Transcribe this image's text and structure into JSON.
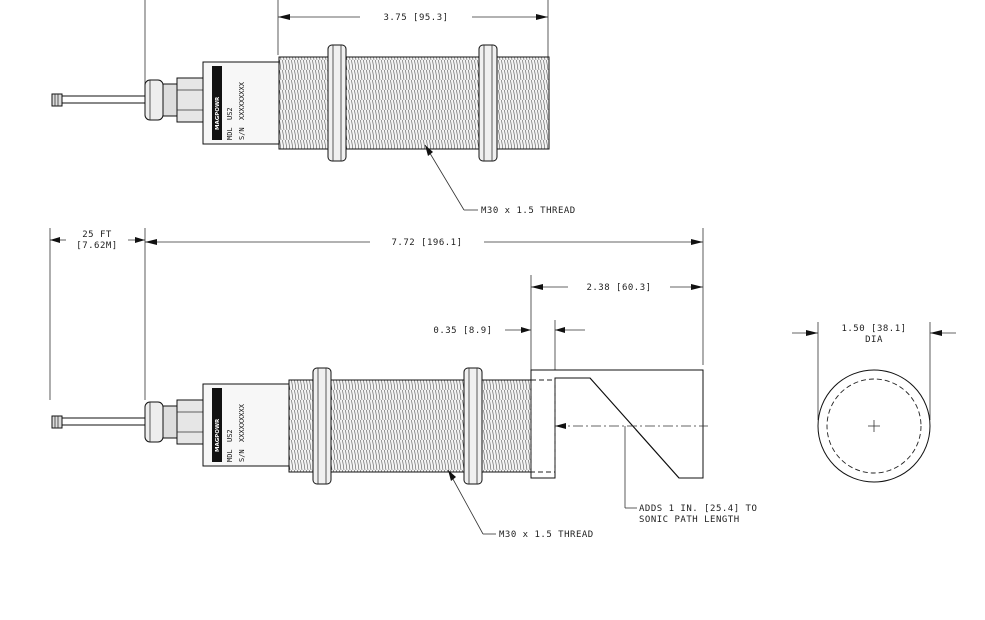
{
  "dimensions": {
    "top_length": "3.75 [95.3]",
    "overall_length": "7.72 [196.1]",
    "cable_length_line1": "25 FT",
    "cable_length_line2": "[7.62M]",
    "reflector_length": "2.38 [60.3]",
    "reflector_offset": "0.35 [8.9]",
    "diameter_line1": "1.50 [38.1]",
    "diameter_line2": "DIA"
  },
  "callouts": {
    "thread_top": "M30 x 1.5 THREAD",
    "thread_bottom": "M30 x 1.5 THREAD",
    "sonic_path_line1": "ADDS 1 IN. [25.4] TO",
    "sonic_path_line2": "SONIC PATH LENGTH"
  },
  "label": {
    "brand": "MAGPOWR",
    "model_prefix": "MDL",
    "model": "US2",
    "serial_prefix": "S/N",
    "serial": "XXXXXXXXX"
  }
}
